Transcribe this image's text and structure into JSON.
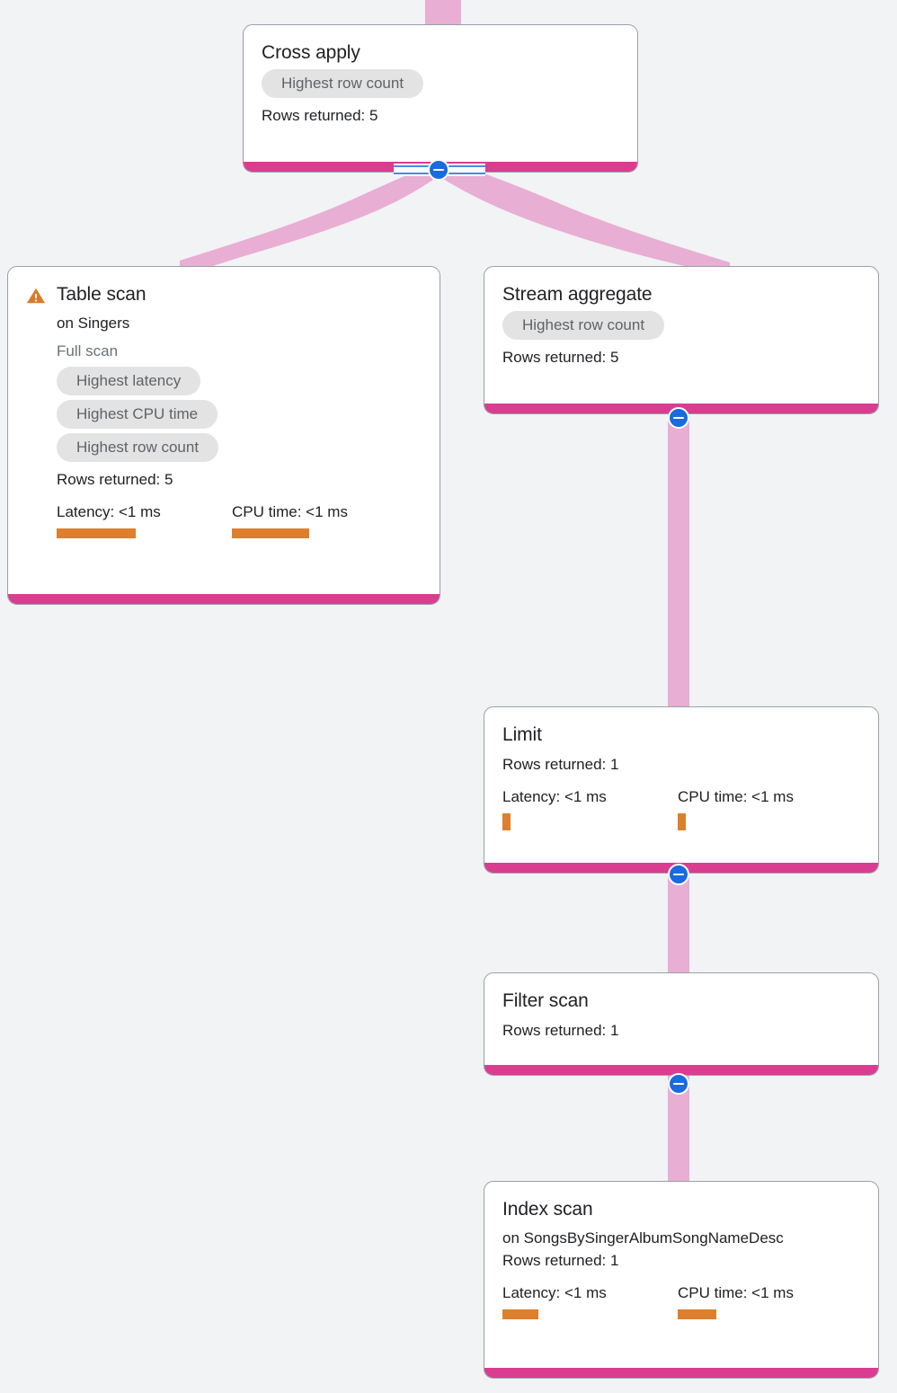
{
  "diagram": {
    "type": "query-execution-plan",
    "background_color": "#f1f3f4",
    "node_footer_color": "#d93d8f",
    "edge_color": "#e8aed3",
    "metric_bar_color": "#dd7f2d",
    "badge_color": "#e3e3e3",
    "toggle_color": "#1a6ae0"
  },
  "labels": {
    "rows_prefix": "Rows returned:",
    "latency_prefix": "Latency:",
    "cpu_prefix": "CPU time:"
  },
  "nodes": [
    {
      "id": "cross-apply",
      "title": "Cross apply",
      "subtitle": null,
      "subtitle2": null,
      "warning": false,
      "badges": [
        "Highest row count"
      ],
      "rows_returned": "Rows returned: 5",
      "latency": null,
      "cpu": null
    },
    {
      "id": "table-scan",
      "title": "Table scan",
      "subtitle": "on Singers",
      "subtitle2": "Full scan",
      "warning": true,
      "badges": [
        "Highest latency",
        "Highest CPU time",
        "Highest row count"
      ],
      "rows_returned": "Rows returned: 5",
      "latency": "Latency: <1 ms",
      "cpu": "CPU time: <1 ms"
    },
    {
      "id": "stream-aggregate",
      "title": "Stream aggregate",
      "subtitle": null,
      "subtitle2": null,
      "warning": false,
      "badges": [
        "Highest row count"
      ],
      "rows_returned": "Rows returned: 5",
      "latency": null,
      "cpu": null
    },
    {
      "id": "limit",
      "title": "Limit",
      "subtitle": null,
      "subtitle2": null,
      "warning": false,
      "badges": [],
      "rows_returned": "Rows returned: 1",
      "latency": "Latency: <1 ms",
      "cpu": "CPU time: <1 ms"
    },
    {
      "id": "filter-scan",
      "title": "Filter scan",
      "subtitle": null,
      "subtitle2": null,
      "warning": false,
      "badges": [],
      "rows_returned": "Rows returned: 1",
      "latency": null,
      "cpu": null
    },
    {
      "id": "index-scan",
      "title": "Index scan",
      "subtitle": "on SongsBySingerAlbumSongNameDesc",
      "subtitle2": null,
      "warning": false,
      "badges": [],
      "rows_returned": "Rows returned: 1",
      "latency": "Latency: <1 ms",
      "cpu": "CPU time: <1 ms"
    }
  ],
  "icons": {
    "warning": "warning-triangle-icon",
    "collapse": "collapse-minus-icon"
  }
}
